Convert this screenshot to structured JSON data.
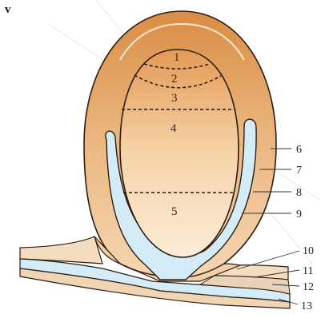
{
  "panel_letter": "v",
  "inner_labels": [
    "1",
    "2",
    "3",
    "4",
    "5"
  ],
  "side_labels": [
    "6",
    "7",
    "8",
    "9",
    "10",
    "11",
    "12",
    "13"
  ],
  "colors": {
    "outer_wall": "#e9b77a",
    "outer_wall_top": "#d9924a",
    "inner_cavity_top": "#e7a566",
    "inner_cavity_bottom": "#fbe8d2",
    "channel_blue": "#d4ecf8",
    "outline": "#2b1d12"
  }
}
